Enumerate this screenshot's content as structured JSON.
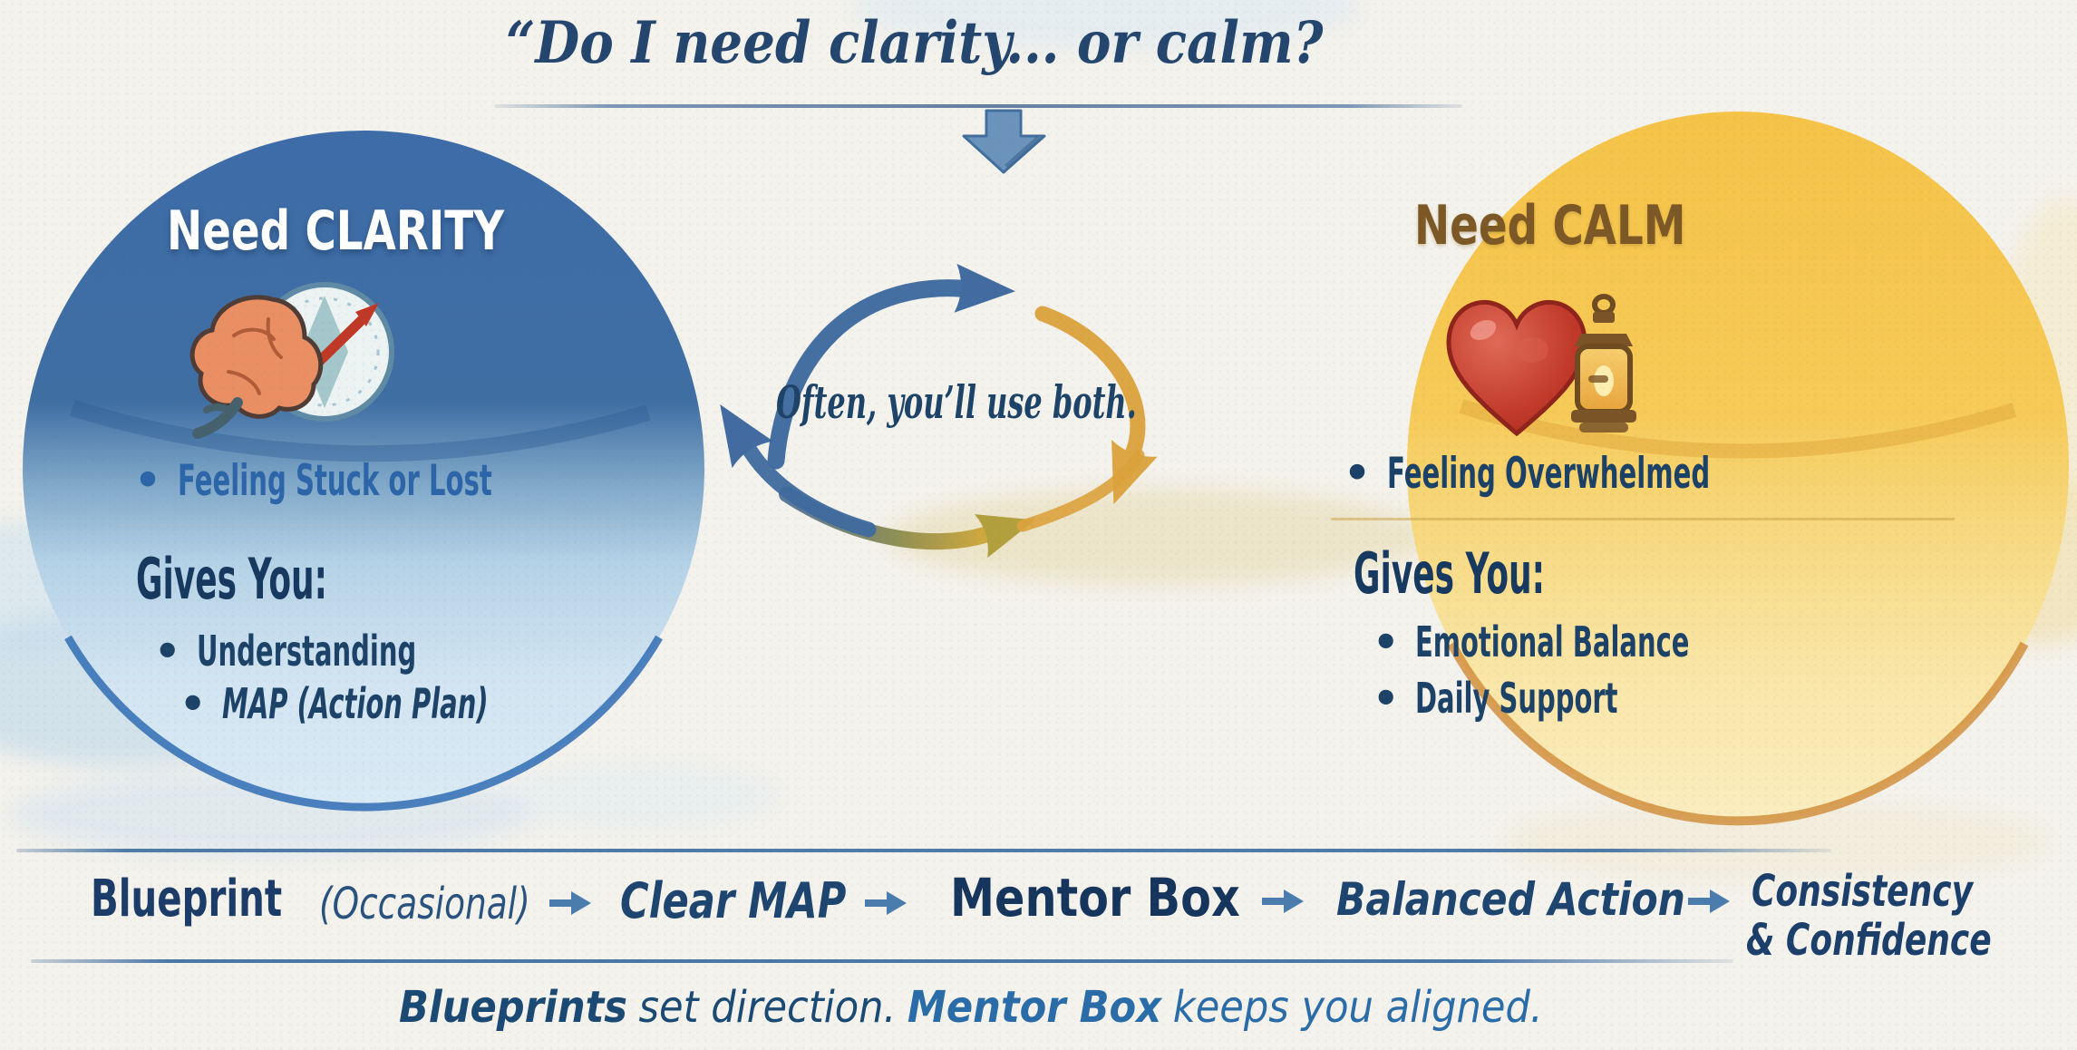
{
  "title": "“Do I need clarity... or calm?",
  "bullet": "•",
  "center_label": "Often, you’ll use both.",
  "clarity_circle": {
    "heading": "Need CLARITY",
    "icon": "brain-compass",
    "trigger": "Feeling Stuck or Lost",
    "gives_heading": "Gives You:",
    "gives": [
      "Understanding",
      "MAP (Action Plan)"
    ]
  },
  "calm_circle": {
    "heading": "Need CALM",
    "icons": [
      "heart",
      "lantern"
    ],
    "trigger": "Feeling Overwhelmed",
    "gives_heading": "Gives You:",
    "gives": [
      "Emotional Balance",
      "Daily Support"
    ]
  },
  "flow": {
    "steps": [
      {
        "label": "Blueprint",
        "qualifier": "(Occasional)"
      },
      {
        "label": "Clear MAP"
      },
      {
        "label": "Mentor Box"
      },
      {
        "label": "Balanced Action"
      },
      {
        "label": "Consistency",
        "label_line2": "& Confidence"
      }
    ]
  },
  "footer": {
    "blueprints": "Blueprints",
    "set_direction": "set direction.",
    "mentor_box": "Mentor Box",
    "keeps_aligned": "keeps you aligned."
  },
  "colors": {
    "clarity_fill_top": "#3e6ca8",
    "clarity_fill_bottom": "#d9eaf5",
    "calm_fill_top": "#f5c348",
    "calm_fill_bottom": "#fbedc0",
    "navy_text": "#1b3f66",
    "clarity_bullet_blue": "#2c65a8",
    "calm_heading_brown": "#7b5826",
    "flow_arrow_blue": "#4a7cae",
    "cycle_blue": "#3a689f",
    "cycle_orange": "#dca23c"
  }
}
